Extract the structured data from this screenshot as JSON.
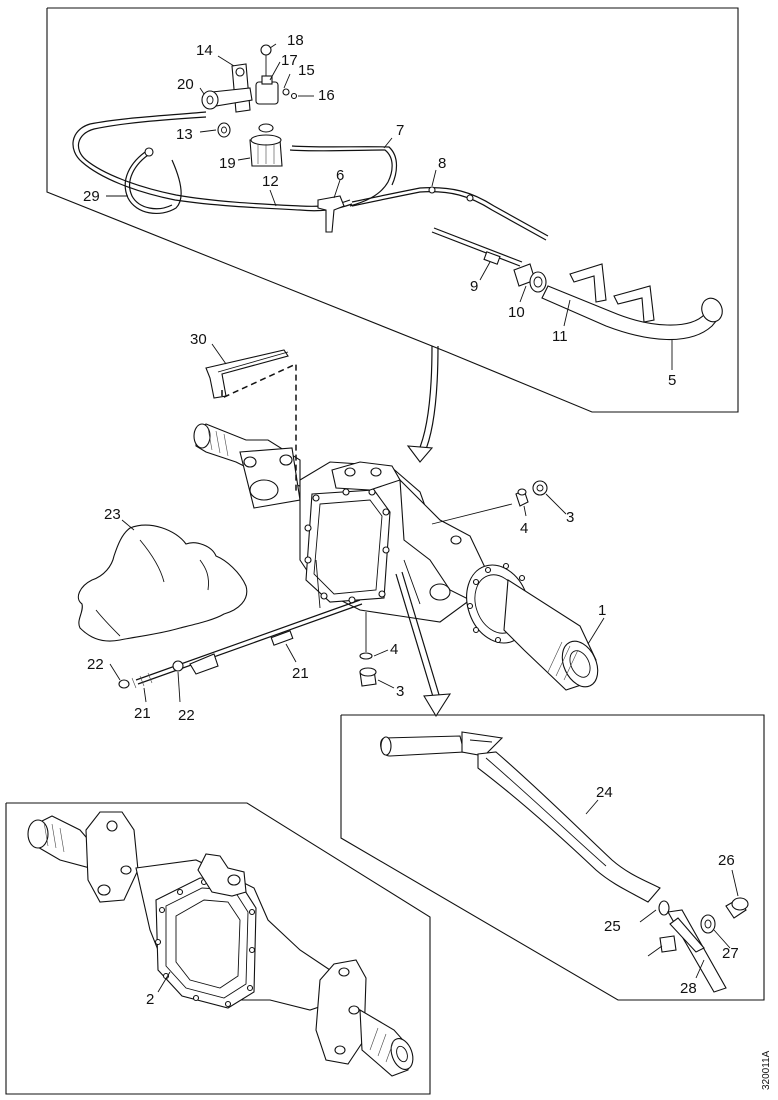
{
  "diagram": {
    "callouts": [
      {
        "id": "c14a",
        "text": "14"
      },
      {
        "id": "c18a",
        "text": "18"
      },
      {
        "id": "c17",
        "text": "17"
      },
      {
        "id": "c15",
        "text": "15"
      },
      {
        "id": "c20",
        "text": "20"
      },
      {
        "id": "c16",
        "text": "16"
      },
      {
        "id": "c13",
        "text": "13"
      },
      {
        "id": "c19",
        "text": "19"
      },
      {
        "id": "c7",
        "text": "7"
      },
      {
        "id": "c8",
        "text": "8"
      },
      {
        "id": "c29",
        "text": "29"
      },
      {
        "id": "c12",
        "text": "12"
      },
      {
        "id": "c6",
        "text": "6"
      },
      {
        "id": "c9",
        "text": "9"
      },
      {
        "id": "c10",
        "text": "10"
      },
      {
        "id": "c11",
        "text": "11"
      },
      {
        "id": "c5",
        "text": "5"
      },
      {
        "id": "c30",
        "text": "30"
      },
      {
        "id": "c4a",
        "text": "4"
      },
      {
        "id": "c3a",
        "text": "3"
      },
      {
        "id": "c23",
        "text": "23"
      },
      {
        "id": "c1",
        "text": "1"
      },
      {
        "id": "c4b",
        "text": "4"
      },
      {
        "id": "c3b",
        "text": "3"
      },
      {
        "id": "c22a",
        "text": "22"
      },
      {
        "id": "c21a",
        "text": "21"
      },
      {
        "id": "c21b",
        "text": "21"
      },
      {
        "id": "c22b",
        "text": "22"
      },
      {
        "id": "c24",
        "text": "24"
      },
      {
        "id": "c26",
        "text": "26"
      },
      {
        "id": "c25",
        "text": "25"
      },
      {
        "id": "c27",
        "text": "27"
      },
      {
        "id": "c28",
        "text": "28"
      },
      {
        "id": "c2",
        "text": "2"
      }
    ],
    "figure_code": "320011A"
  }
}
